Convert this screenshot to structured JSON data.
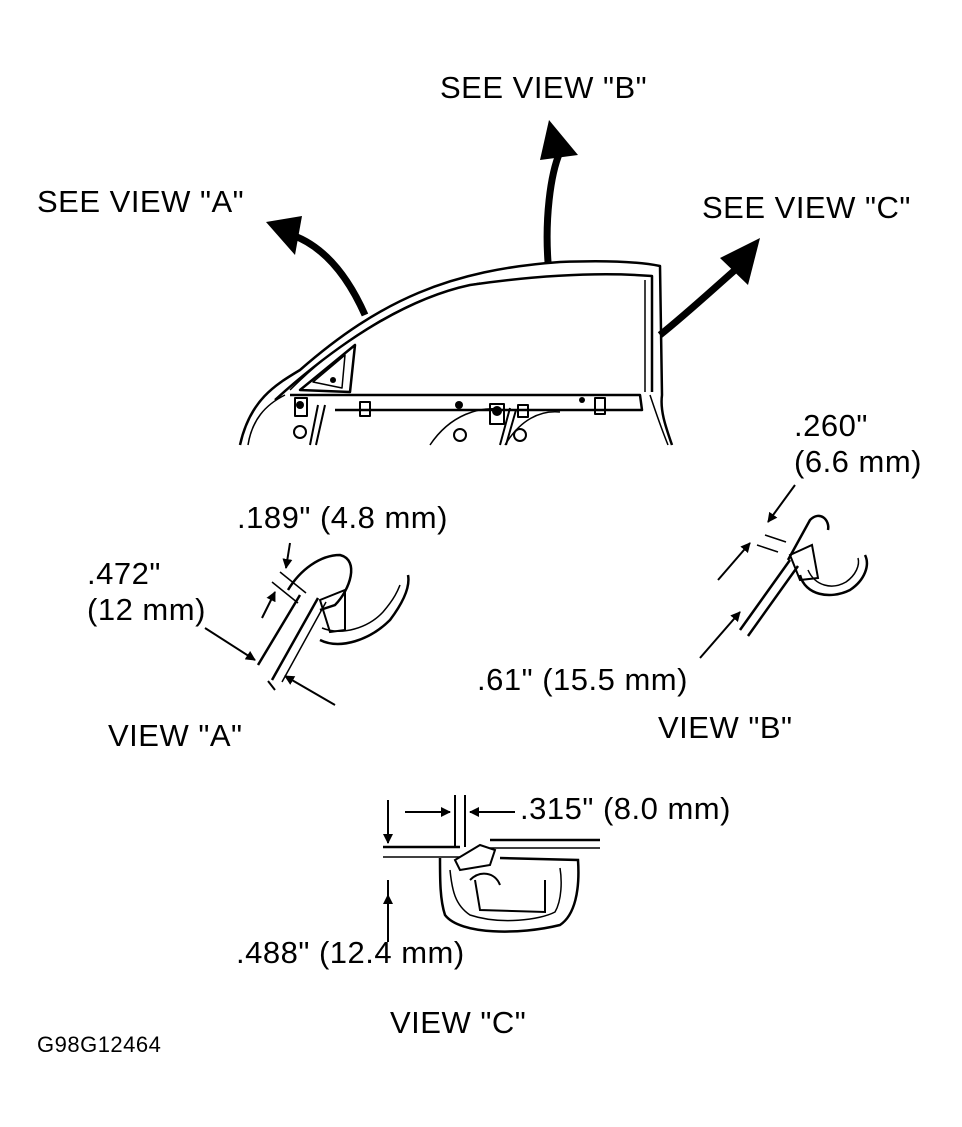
{
  "callouts": {
    "see_view_a": "SEE VIEW \"A\"",
    "see_view_b": "SEE VIEW \"B\"",
    "see_view_c": "SEE VIEW \"C\""
  },
  "view_a": {
    "title": "VIEW \"A\"",
    "dim_top": ".189\" (4.8 mm)",
    "dim_left_in": ".472\"",
    "dim_left_mm": "(12 mm)"
  },
  "view_b": {
    "title": "VIEW \"B\"",
    "dim_top_in": ".260\"",
    "dim_top_mm": "(6.6 mm)",
    "dim_bottom": ".61\" (15.5 mm)"
  },
  "view_c": {
    "title": "VIEW \"C\"",
    "dim_top": ".315\" (8.0 mm)",
    "dim_bottom": ".488\" (12.4 mm)"
  },
  "figure_code": "G98G12464"
}
